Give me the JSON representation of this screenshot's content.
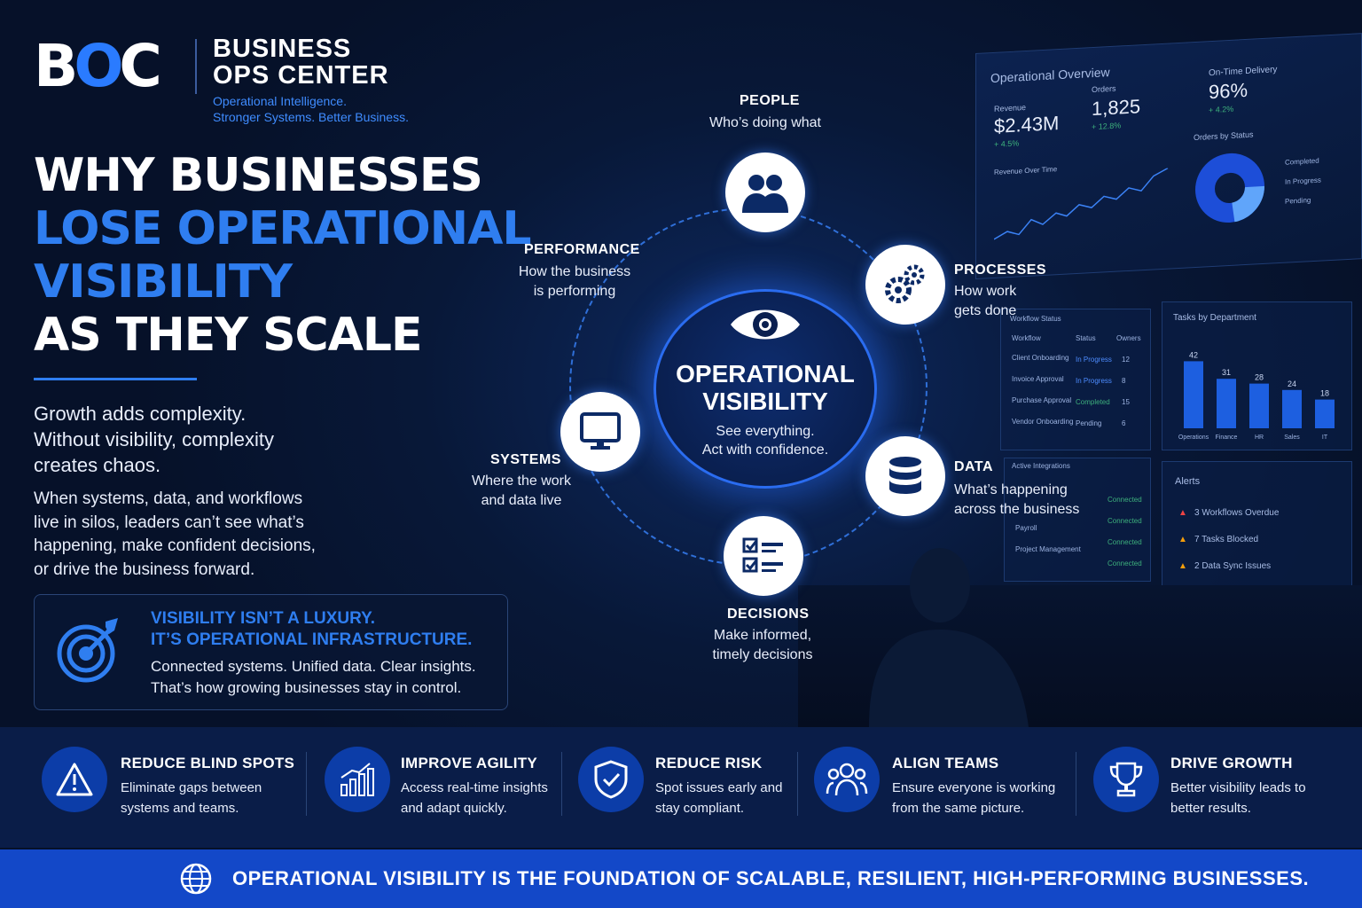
{
  "brand": {
    "mark_b": "B",
    "mark_o": "O",
    "mark_c": "C",
    "name_line1": "BUSINESS",
    "name_line2": "OPS CENTER",
    "tagline_line1": "Operational Intelligence.",
    "tagline_line2": "Stronger Systems. Better Business.",
    "accent": "#2f7ef0"
  },
  "headline": {
    "line1": "WHY BUSINESSES",
    "line2": "LOSE OPERATIONAL",
    "line3": "VISIBILITY",
    "line4": "AS THEY SCALE"
  },
  "intro": {
    "line1": "Growth adds complexity.",
    "line2": "Without visibility, complexity",
    "line3": "creates chaos.",
    "body1": "When systems, data, and workflows",
    "body2": "live in silos, leaders can’t see what’s",
    "body3": "happening, make confident decisions,",
    "body4": "or drive the business forward."
  },
  "callout": {
    "h1": "VISIBILITY ISN’T A LUXURY.",
    "h2": "IT’S OPERATIONAL INFRASTRUCTURE.",
    "t1": "Connected systems. Unified data. Clear insights.",
    "t2": "That’s how growing businesses stay in control.",
    "icon": "target-icon"
  },
  "center": {
    "title1": "OPERATIONAL",
    "title2": "VISIBILITY",
    "sub1": "See everything.",
    "sub2": "Act with confidence.",
    "icon": "eye-icon"
  },
  "nodes": {
    "people": {
      "title": "PEOPLE",
      "d1": "Who’s doing what",
      "icon": "people-icon"
    },
    "processes": {
      "title": "PROCESSES",
      "d1": "How work",
      "d2": "gets done",
      "icon": "gears-icon"
    },
    "data": {
      "title": "DATA",
      "d1": "What’s happening",
      "d2": "across the business",
      "icon": "database-icon"
    },
    "decisions": {
      "title": "DECISIONS",
      "d1": "Make informed,",
      "d2": "timely decisions",
      "icon": "checklist-icon"
    },
    "systems": {
      "title": "SYSTEMS",
      "d1": "Where the work",
      "d2": "and data live",
      "icon": "monitor-icon"
    },
    "performance": {
      "title": "PERFORMANCE",
      "d1": "How the business",
      "d2": "is performing"
    }
  },
  "dashboard": {
    "title": "Operational Overview",
    "revenue_label": "Revenue",
    "revenue_value": "$2.43M",
    "revenue_delta": "+ 4.5%",
    "orders_label": "Orders",
    "orders_value": "1,825",
    "orders_delta": "+ 12.8%",
    "ontime_label": "On-Time Delivery",
    "ontime_value": "96%",
    "ontime_delta": "+ 4.2%",
    "rot_label": "Revenue Over Time",
    "obs_label": "Orders by Status",
    "obs_items": [
      "Completed",
      "In Progress",
      "Pending"
    ],
    "workflow": {
      "title": "Workflow Status",
      "cols": [
        "Workflow",
        "Status",
        "Owners"
      ],
      "rows": [
        [
          "Client Onboarding",
          "In Progress",
          "12"
        ],
        [
          "Invoice Approval",
          "In Progress",
          "8"
        ],
        [
          "Purchase Approval",
          "Completed",
          "15"
        ],
        [
          "Vendor Onboarding",
          "Pending",
          "6"
        ]
      ]
    },
    "tasks": {
      "title": "Tasks by Department",
      "values": [
        42,
        31,
        28,
        24,
        18
      ],
      "labels": [
        "Operations",
        "Finance",
        "HR",
        "Sales",
        "IT"
      ]
    },
    "integrations": {
      "title": "Active Integrations",
      "rows": [
        [
          "",
          "Connected"
        ],
        [
          "",
          "Connected"
        ],
        [
          "Payroll",
          "Connected"
        ],
        [
          "Project Management",
          "Connected"
        ]
      ]
    },
    "alerts": {
      "title": "Alerts",
      "items": [
        "3 Workflows Overdue",
        "7 Tasks Blocked",
        "2 Data Sync Issues"
      ]
    }
  },
  "benefits": [
    {
      "title": "REDUCE BLIND SPOTS",
      "d1": "Eliminate gaps between",
      "d2": "systems and teams.",
      "icon": "warning-icon"
    },
    {
      "title": "IMPROVE AGILITY",
      "d1": "Access real-time insights",
      "d2": "and adapt quickly.",
      "icon": "growth-chart-icon"
    },
    {
      "title": "REDUCE RISK",
      "d1": "Spot issues early and",
      "d2": "stay compliant.",
      "icon": "shield-check-icon"
    },
    {
      "title": "ALIGN TEAMS",
      "d1": "Ensure everyone is working",
      "d2": "from the same picture.",
      "icon": "team-icon"
    },
    {
      "title": "DRIVE GROWTH",
      "d1": "Better visibility leads to",
      "d2": "better results.",
      "icon": "trophy-icon"
    }
  ],
  "footer": {
    "text": "OPERATIONAL VISIBILITY IS THE FOUNDATION OF SCALABLE, RESILIENT, HIGH-PERFORMING BUSINESSES.",
    "icon": "globe-icon"
  }
}
